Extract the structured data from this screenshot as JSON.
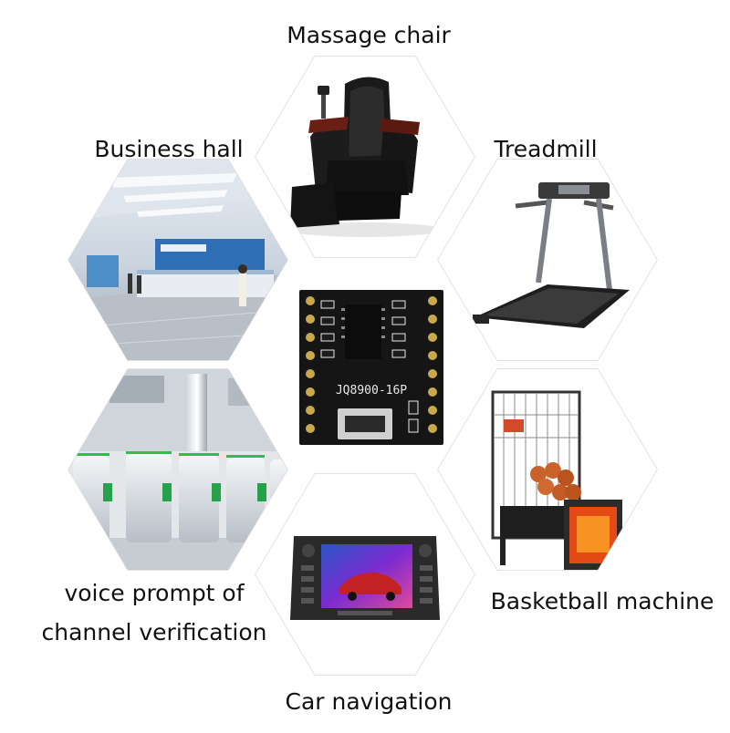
{
  "labels": {
    "massage_chair": "Massage chair",
    "business_hall": "Business hall",
    "treadmill": "Treadmill",
    "voice_prompt_line1": "voice prompt of",
    "voice_prompt_line2": "channel verification",
    "basketball_machine": "Basketball machine",
    "car_navigation": "Car navigation"
  },
  "module": {
    "silkscreen": "JQ8900-16P"
  },
  "colors": {
    "background": "#ffffff",
    "text": "#111111",
    "hex_outline": "#d9d9d9",
    "pcb": "#151515",
    "accent_green": "#2fbf4a",
    "ball_orange": "#c9622b"
  }
}
